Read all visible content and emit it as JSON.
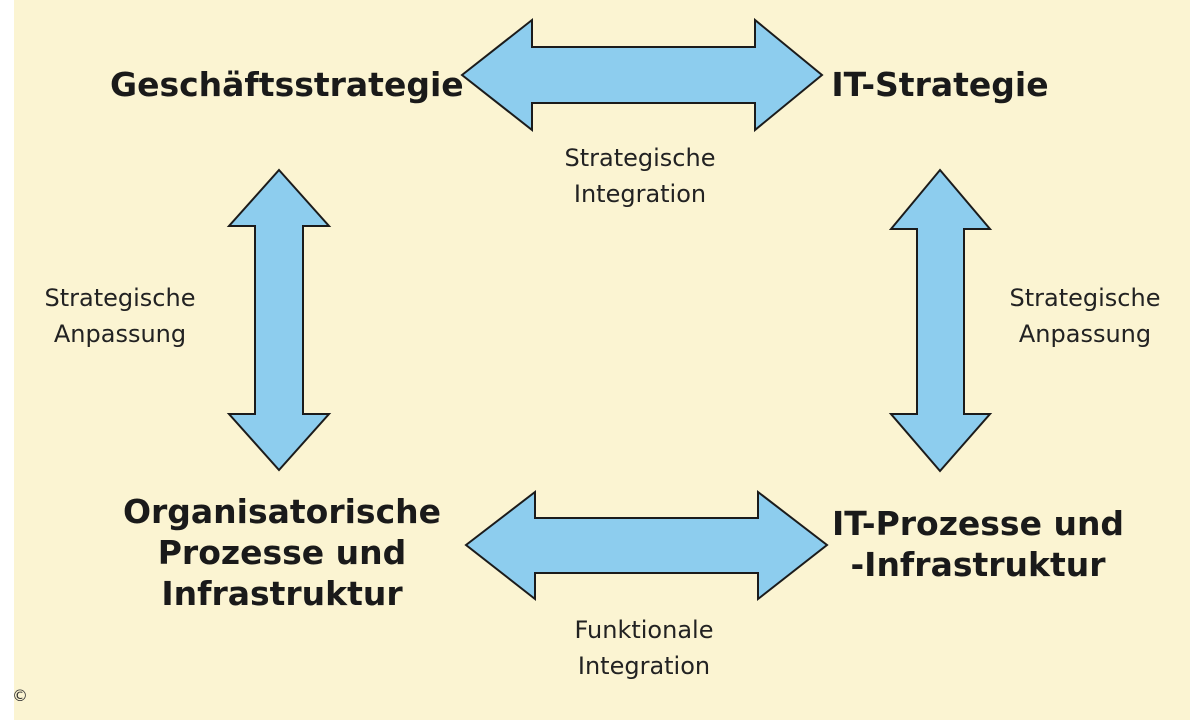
{
  "colors": {
    "background": "#fbf4d2",
    "arrow_fill": "#8dcdee",
    "arrow_stroke": "#1b1b1b",
    "text": "#1a1a1a"
  },
  "nodes": {
    "business_strategy": "Geschäftsstrategie",
    "it_strategy": "IT-Strategie",
    "org_processes": [
      "Organisatorische",
      "Prozesse und",
      "Infrastruktur"
    ],
    "it_processes": [
      "IT-Prozesse und",
      "-Infrastruktur"
    ]
  },
  "edges": {
    "top": [
      "Strategische",
      "Integration"
    ],
    "bottom": [
      "Funktionale",
      "Integration"
    ],
    "left": [
      "Strategische",
      "Anpassung"
    ],
    "right": [
      "Strategische",
      "Anpassung"
    ]
  },
  "copyright_symbol": "©"
}
